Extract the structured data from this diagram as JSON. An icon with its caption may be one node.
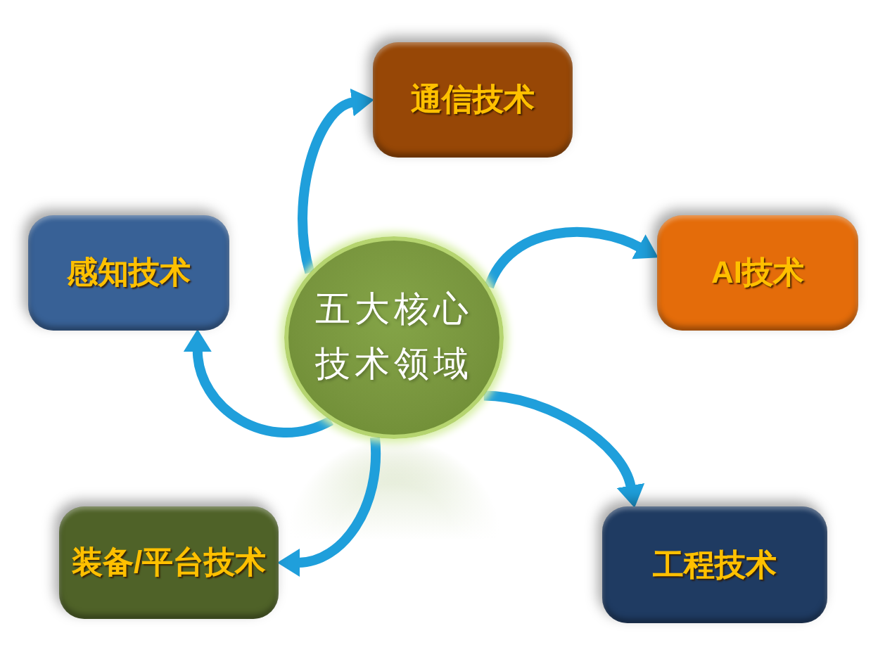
{
  "diagram": {
    "nodes": [
      {
        "text": [
          "通信技术"
        ]
      },
      {
        "text": [
          "感知技术"
        ]
      },
      {
        "text": [
          "五大核心技术领域"
        ]
      },
      {
        "text": [
          "AI技术"
        ]
      },
      {
        "text": [
          "装备/平台技术"
        ]
      },
      {
        "text": [
          "工程技术"
        ]
      }
    ],
    "edges": [
      {
        "from": 2,
        "to": 0,
        "arrow": "to"
      },
      {
        "from": 2,
        "to": 3,
        "arrow": "to"
      },
      {
        "from": 2,
        "to": 5,
        "arrow": "to"
      },
      {
        "from": 2,
        "to": 4,
        "arrow": "to"
      },
      {
        "from": 2,
        "to": 1,
        "arrow": "to"
      }
    ]
  }
}
